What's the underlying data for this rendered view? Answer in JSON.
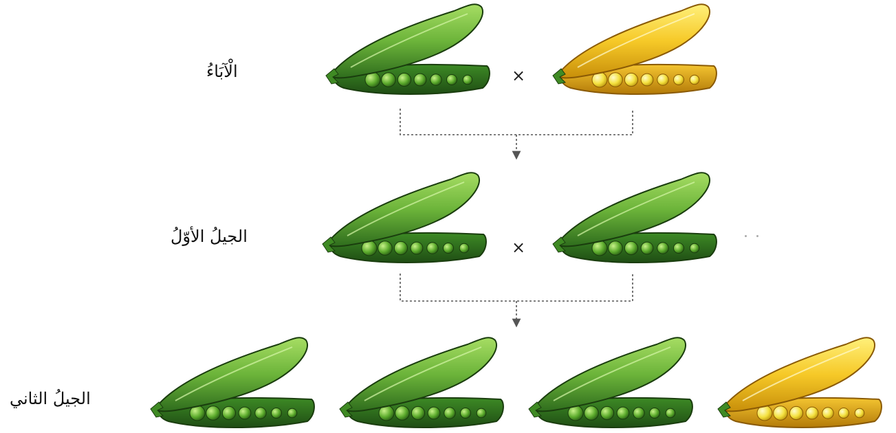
{
  "generations": [
    {
      "label": "الْآبَاءُ",
      "pods": [
        "green",
        "yellow"
      ],
      "cross_symbol": "×"
    },
    {
      "label": "الجيلُ الأوّلُ",
      "pods": [
        "green",
        "green"
      ],
      "cross_symbol": "×"
    },
    {
      "label": "الجيلُ الثاني",
      "pods": [
        "green",
        "green",
        "green",
        "yellow"
      ]
    }
  ],
  "colors": {
    "green_pod_light": "#7cc043",
    "green_pod_dark": "#2e6b1f",
    "green_pea": "#5fb030",
    "yellow_pod_light": "#f7d84a",
    "yellow_pod_dark": "#b8860b",
    "yellow_pea": "#f3e04a",
    "connector": "#555555"
  }
}
